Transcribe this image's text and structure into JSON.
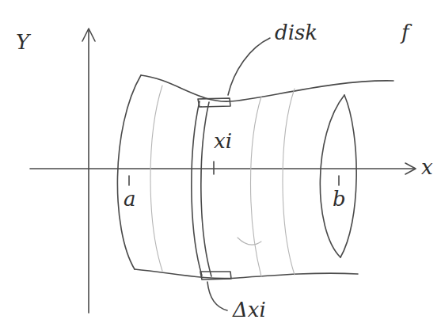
{
  "diagram": {
    "labels": [
      "Y",
      "disk",
      "f",
      "xi",
      "a",
      "b",
      "x",
      "Δxi"
    ]
  }
}
